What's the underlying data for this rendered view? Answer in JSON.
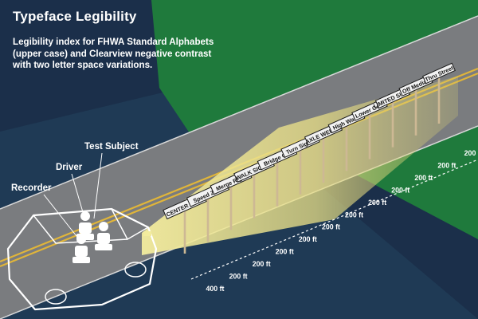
{
  "title": "Typeface Legibility",
  "subtitle_lines": [
    "Legibility index for FHWA Standard Alphabets",
    "(upper case) and Clearview negative contrast",
    "with two letter space variations."
  ],
  "labels": {
    "test_subject": "Test Subject",
    "driver": "Driver",
    "recorder": "Recorder"
  },
  "signs": [
    "CENTER LANE",
    "Speed Zone",
    "Merge Right",
    "WALK SIGNAL",
    "Bridge Out",
    "Turn Signal",
    "AXLE WEIGHT",
    "High Water",
    "Lower Gear",
    "LIMITED SIGHT",
    "Off Median",
    "Thru Street"
  ],
  "distances": [
    "400 ft",
    "200 ft",
    "200 ft",
    "200 ft",
    "200 ft",
    "200 ft",
    "200 ft",
    "200 ft",
    "200 ft",
    "200 ft",
    "200 ft",
    "200"
  ],
  "colors": {
    "background_navy": "#1b2f4a",
    "grass_green": "#1f7a3c",
    "road_gray": "#7a7c7f",
    "lane_yellow": "#e0b53a",
    "headlight_yellow": "#efe79c",
    "sign_white": "#f2f2f2",
    "post_tan": "#cdb894"
  }
}
